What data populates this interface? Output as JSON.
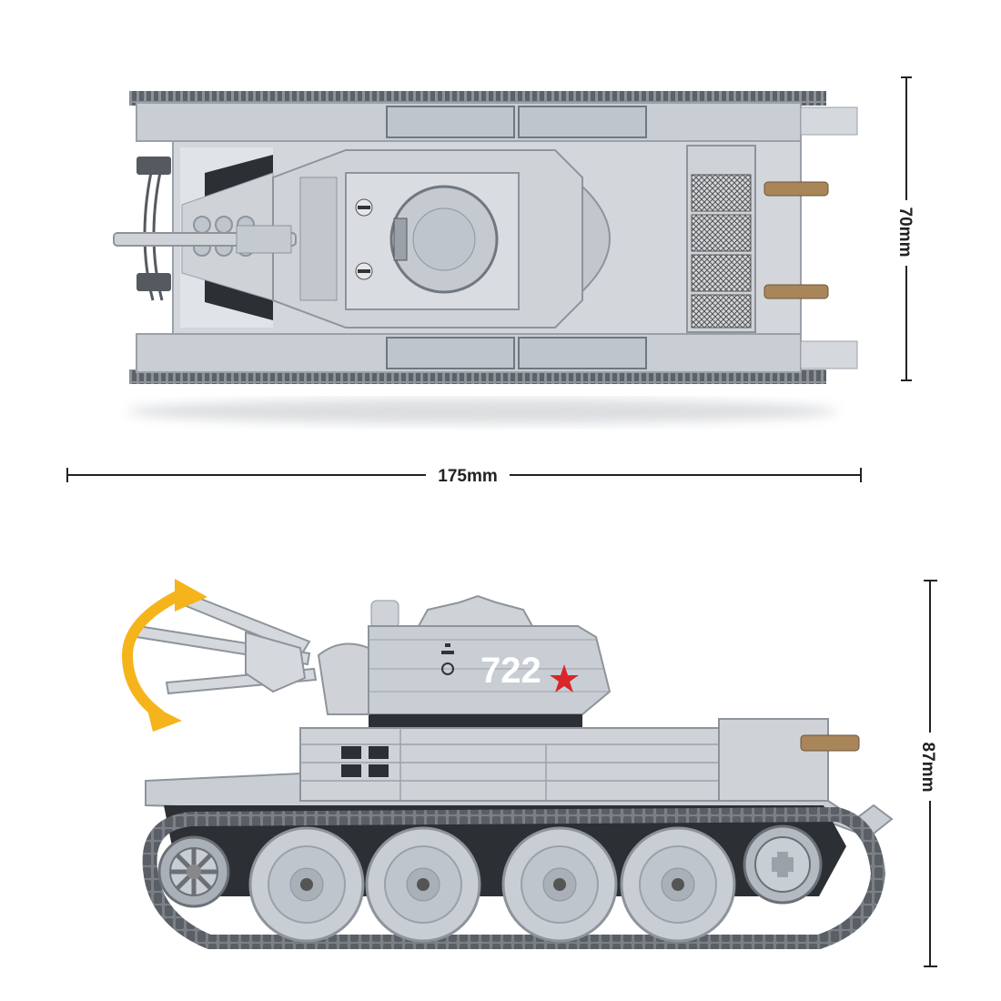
{
  "dimensions": {
    "width_label": "175mm",
    "depth_label": "70mm",
    "height_label": "87mm"
  },
  "tank": {
    "hull_number": "722",
    "colors": {
      "hull": "#c9ced4",
      "hull_light": "#dde1e5",
      "hull_shade": "#a9b0b8",
      "track": "#6b7076",
      "dark": "#2c2f33",
      "barrel_brass": "#a8865a",
      "star": "#d9262b"
    }
  },
  "rotation_arrow": {
    "color": "#f5b41c",
    "icon": "rotate-arrow-icon"
  }
}
